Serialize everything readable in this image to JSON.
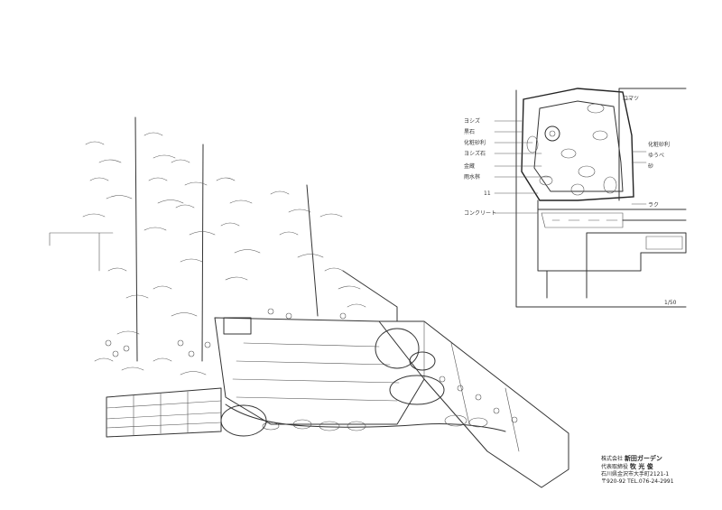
{
  "section_labels": {
    "left": [
      "ヨシズ",
      "黒石",
      "化粧砂利",
      "ヨシズ石",
      "金蔵",
      "雨水桝",
      "11",
      "コンクリート"
    ],
    "right": [
      "ロマツ",
      "化粧砂利",
      "ゆうべ",
      "砂",
      "ラク"
    ]
  },
  "scale": "1/50",
  "title_block": {
    "line1_prefix": "株式会社",
    "company": "新田ガーデン",
    "line2_prefix": "代表取締役",
    "representative": "牧 光 俊",
    "address": "石川県金沢市大手町2121-1",
    "phone": "〒920-92 TEL.076-24-2991"
  }
}
